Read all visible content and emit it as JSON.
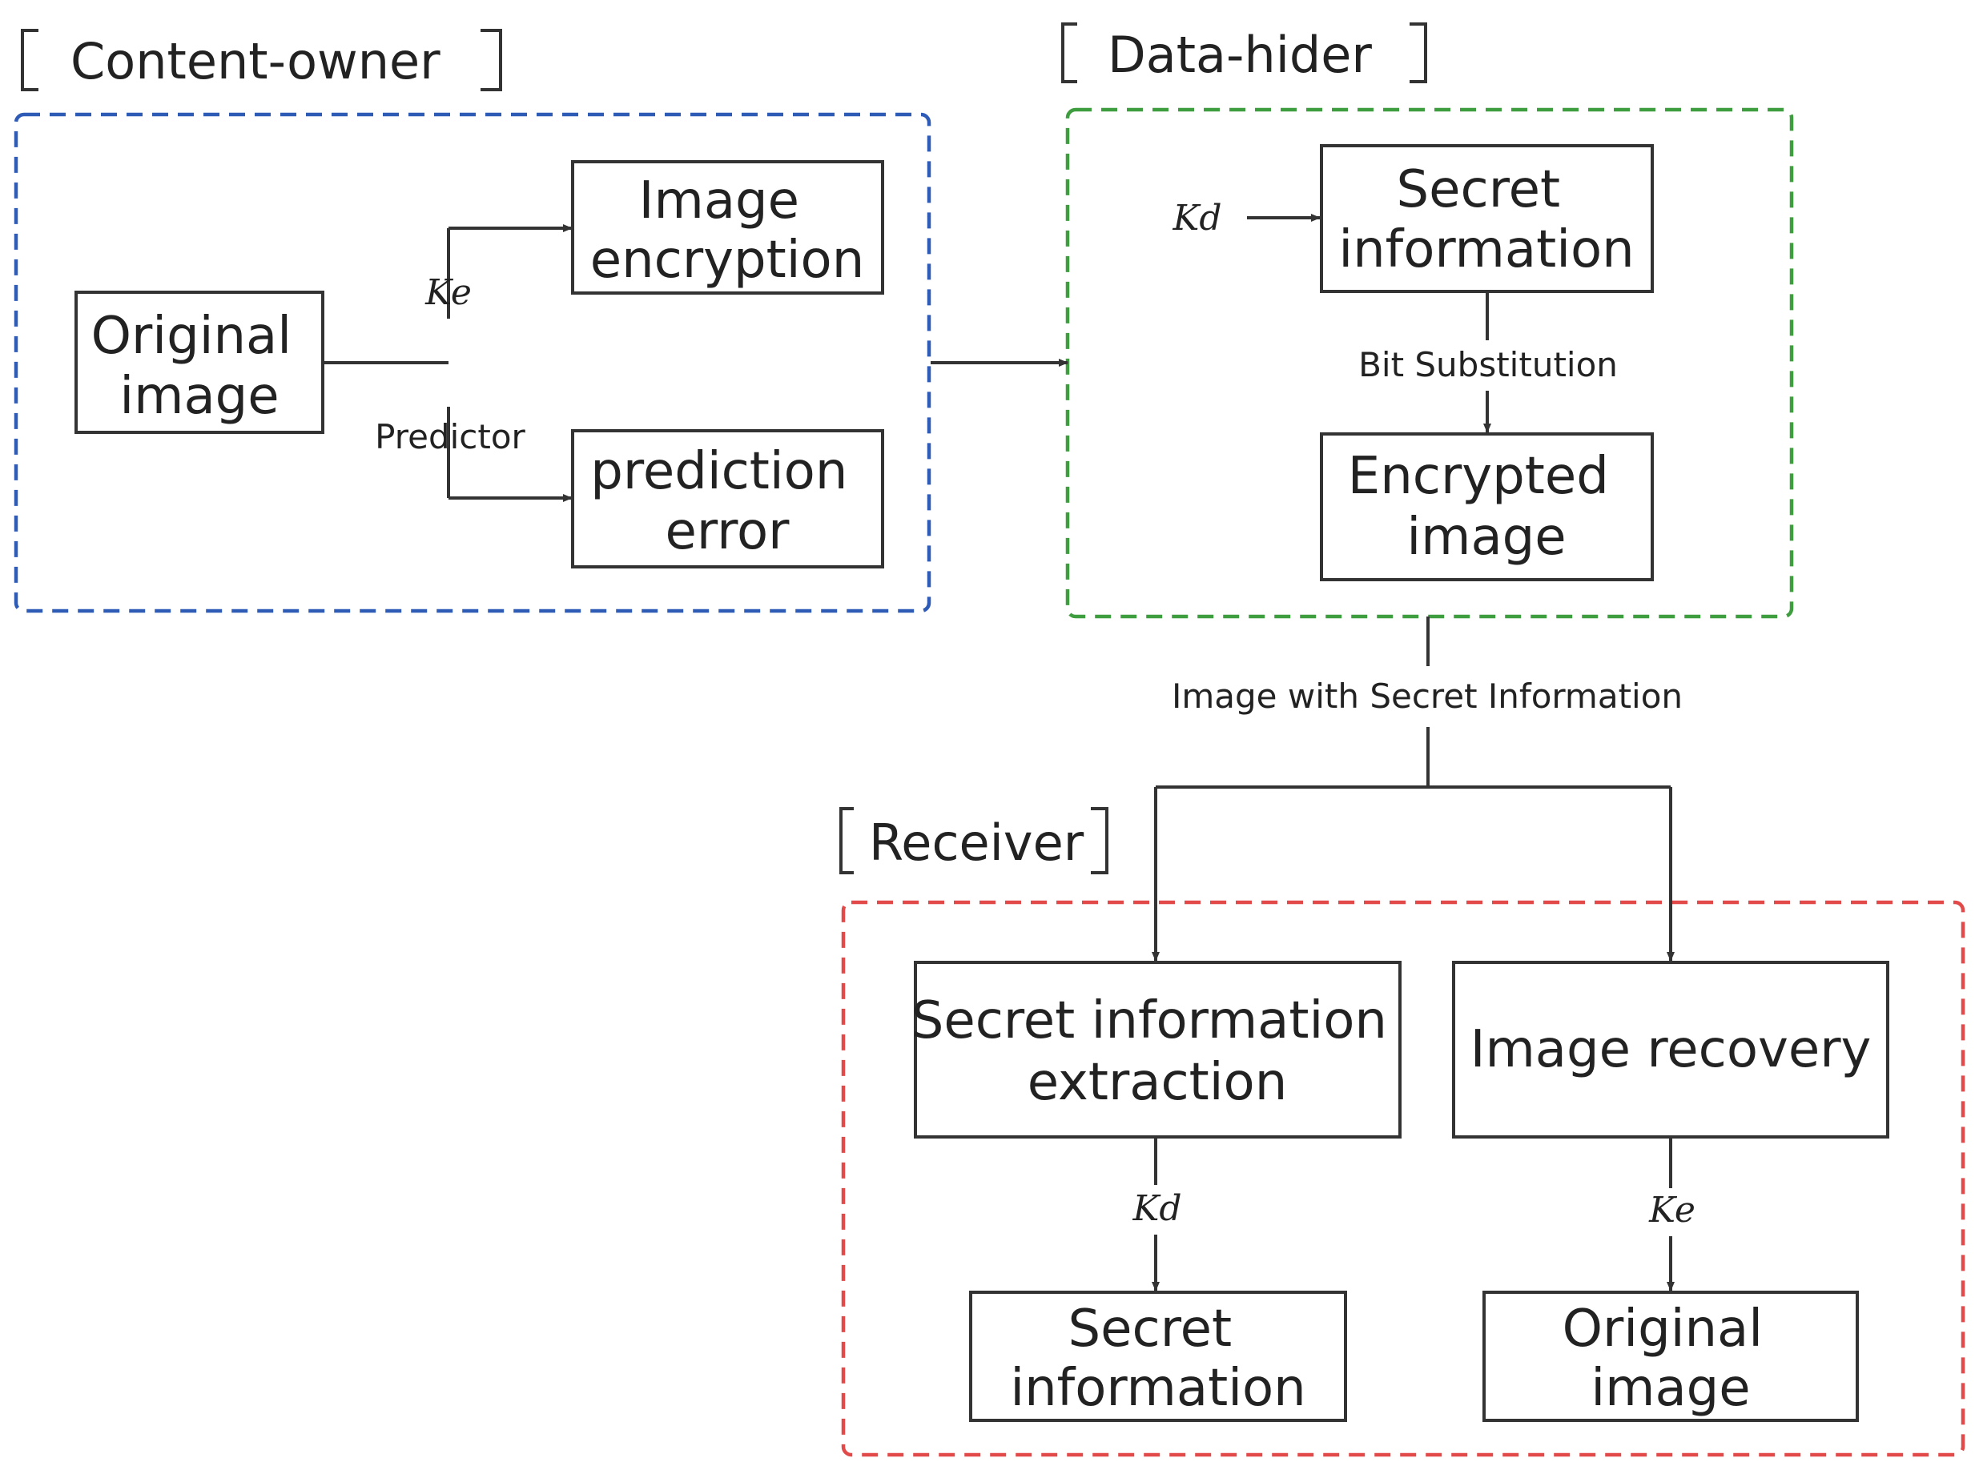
{
  "groups": {
    "content_owner": {
      "title": "Content-owner",
      "color": "#2E5BB5"
    },
    "data_hider": {
      "title": "Data-hider",
      "color": "#3E9D3E"
    },
    "receiver": {
      "title": "Receiver",
      "color": "#E24A4A"
    }
  },
  "nodes": {
    "original_image": [
      "Original",
      "image"
    ],
    "image_encryption": [
      "Image",
      "encryption"
    ],
    "prediction_error": [
      "prediction",
      "error"
    ],
    "secret_information": [
      "Secret",
      "information"
    ],
    "encrypted_image": [
      "Encrypted",
      "image"
    ],
    "secret_information_extraction": [
      "Secret information",
      "extraction"
    ],
    "image_recovery": [
      "Image recovery"
    ],
    "secret_information_out": [
      "Secret",
      "information"
    ],
    "original_image_out": [
      "Original",
      "image"
    ]
  },
  "edge_labels": {
    "ke_top": "Ke",
    "predictor": "Predictor",
    "kd_input": "Kd",
    "bit_substitution": "Bit Substitution",
    "image_with_secret": "Image with Secret Information",
    "kd_receiver": "Kd",
    "ke_receiver": "Ke"
  }
}
